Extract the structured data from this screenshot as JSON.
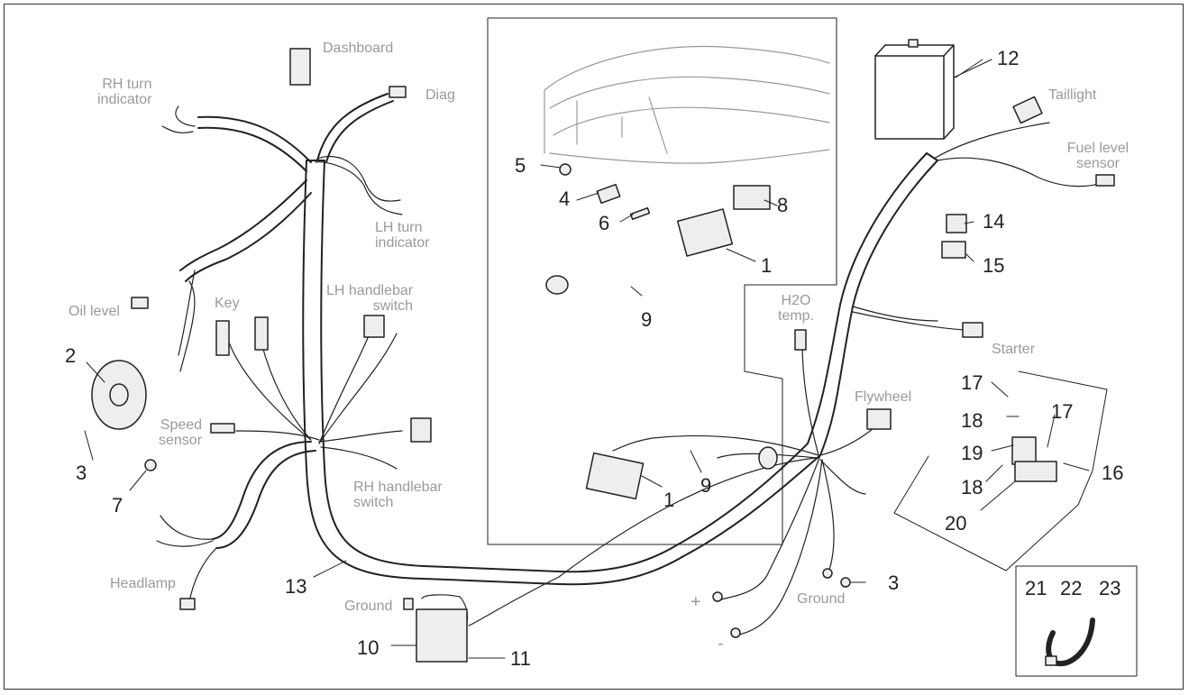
{
  "labels": {
    "dashboard": "Dashboard",
    "rh_turn": "RH turn\nindicator",
    "diag": "Diag",
    "lh_turn": "LH turn\nindicator",
    "oil_level": "Oil level",
    "key": "Key",
    "lh_switch": "LH handlebar\nswitch",
    "speed_sensor": "Speed\nsensor",
    "rh_switch": "RH handlebar\nswitch",
    "headlamp": "Headlamp",
    "ground_left": "Ground",
    "h2o": "H2O\ntemp.",
    "flywheel": "Flywheel",
    "starter": "Starter",
    "taillight": "Taillight",
    "fuel_level": "Fuel level\nsensor",
    "ground_right": "Ground",
    "plus": "+",
    "minus": "-"
  },
  "numbers": {
    "n12": "12",
    "n5": "5",
    "n8": "8",
    "n4": "4",
    "n6": "6",
    "n1a": "1",
    "n9a": "9",
    "n14": "14",
    "n15": "15",
    "n2": "2",
    "n3a": "3",
    "n7": "7",
    "n1b": "1",
    "n9b": "9",
    "n17a": "17",
    "n17b": "17",
    "n18a": "18",
    "n19": "19",
    "n18b": "18",
    "n16": "16",
    "n20": "20",
    "n13": "13",
    "n3b": "3",
    "n10": "10",
    "n11": "11",
    "n21": "21",
    "n22": "22",
    "n23": "23"
  },
  "colors": {
    "line": "#222222",
    "label": "#9a9a9a",
    "part": "#eeeeee"
  }
}
